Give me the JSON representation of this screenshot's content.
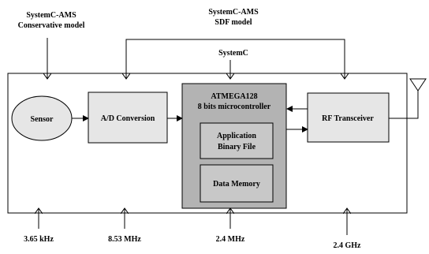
{
  "labels": {
    "conservative_line1": "SystemC-AMS",
    "conservative_line2": "Conservative model",
    "sdf_line1": "SystemC-AMS",
    "sdf_line2": "SDF model",
    "systemc": "SystemC"
  },
  "blocks": {
    "sensor": "Sensor",
    "adc": "A/D Conversion",
    "mcu_line1": "ATMEGA128",
    "mcu_line2": "8 bits microcontroller",
    "app_line1": "Application",
    "app_line2": "Binary File",
    "data_memory": "Data Memory",
    "rf": "RF Transceiver"
  },
  "frequencies": {
    "sensor": "3.65 kHz",
    "adc": "8.53 MHz",
    "mcu": "2.4 MHz",
    "rf": "2.4 GHz"
  },
  "colors": {
    "block_light": "#e6e6e6",
    "mcu_fill": "#b3b3b3",
    "inner_fill": "#c8c8c8"
  }
}
